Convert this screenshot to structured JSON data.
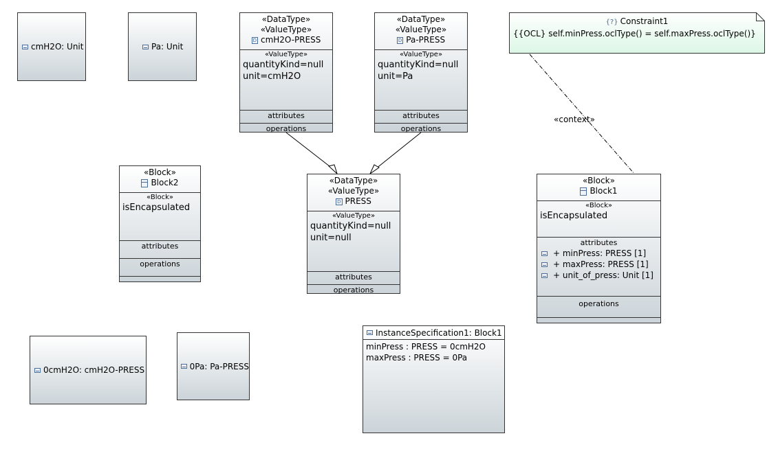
{
  "instances": {
    "cmh2o_unit": "cmH2O: Unit",
    "pa_unit": "Pa: Unit",
    "zero_cmh2o": "0cmH2O: cmH2O-PRESS",
    "zero_pa": "0Pa: Pa-PRESS"
  },
  "cmh2o_press": {
    "stereotype1": "«DataType»",
    "stereotype2": "«ValueType»",
    "name": "cmH2O-PRESS",
    "prop_stereotype": "«ValueType»",
    "prop1": "quantityKind=null",
    "prop2": "unit=cmH2O",
    "attributes": "attributes",
    "operations": "operations"
  },
  "pa_press": {
    "stereotype1": "«DataType»",
    "stereotype2": "«ValueType»",
    "name": "Pa-PRESS",
    "prop_stereotype": "«ValueType»",
    "prop1": "quantityKind=null",
    "prop2": "unit=Pa",
    "attributes": "attributes",
    "operations": "operations"
  },
  "press": {
    "stereotype1": "«DataType»",
    "stereotype2": "«ValueType»",
    "name": "PRESS",
    "prop_stereotype": "«ValueType»",
    "prop1": "quantityKind=null",
    "prop2": "unit=null",
    "attributes": "attributes",
    "operations": "operations"
  },
  "block2": {
    "stereotype": "«Block»",
    "name": "Block2",
    "prop_stereotype": "«Block»",
    "prop1": "isEncapsulated",
    "attributes": "attributes",
    "operations": "operations"
  },
  "block1": {
    "stereotype": "«Block»",
    "name": "Block1",
    "prop_stereotype": "«Block»",
    "prop1": "isEncapsulated",
    "attributes": "attributes",
    "attribute_items": [
      "+ minPress: PRESS [1]",
      "+ maxPress: PRESS [1]",
      "+ unit_of_press: Unit [1]"
    ],
    "operations": "operations"
  },
  "constraint": {
    "icon_text": "{?}",
    "name": "Constraint1",
    "body": "{{OCL} self.minPress.oclType() = self.maxPress.oclType()}",
    "context_label": "«context»"
  },
  "instance_spec": {
    "title": "InstanceSpecification1: Block1",
    "slots": [
      "minPress : PRESS = 0cmH2O",
      "maxPress : PRESS = 0Pa"
    ]
  },
  "colors": {
    "border": "#333333",
    "gradient_bottom": "#ccd4d9",
    "note_bottom": "#dcf7e6",
    "icon": "#4a6c9a"
  }
}
